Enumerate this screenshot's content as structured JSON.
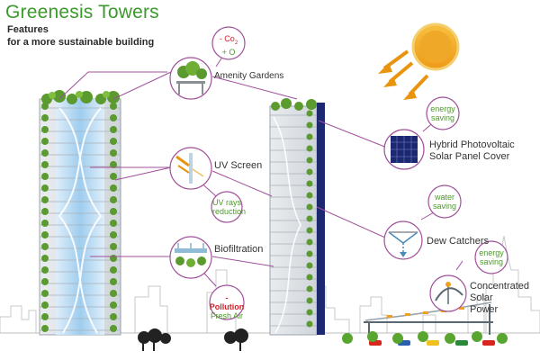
{
  "header": {
    "title": "Greenesis Towers",
    "subtitle_line1": "Features",
    "subtitle_line2": "for a more sustainable building"
  },
  "features": {
    "amenity": {
      "label": "Amenity Gardens",
      "bubble_line1": "- Co",
      "bubble_sub": "2",
      "bubble_line2": "+ O"
    },
    "uv": {
      "label": "UV Screen",
      "bubble_line1": "UV rays",
      "bubble_line2": "reduction"
    },
    "biofiltration": {
      "label": "Biofiltration",
      "bubble_line1": "-Pollution",
      "bubble_line2": "Fresh Air"
    },
    "pv": {
      "label_line1": "Hybrid Photovoltaic",
      "label_line2": "Solar Panel Cover",
      "bubble_line1": "energy",
      "bubble_line2": "saving"
    },
    "dew": {
      "label": "Dew Catchers",
      "bubble_line1": "water",
      "bubble_line2": "saving"
    },
    "csp": {
      "label_line1": "Concentrated",
      "label_line2": "Solar",
      "label_line3": "Power",
      "bubble_line1": "energy",
      "bubble_line2": "saving"
    }
  },
  "colors": {
    "accent_green": "#3b9a2c",
    "leader_purple": "#a0509a",
    "bubble_green": "#4c9a2a",
    "pollution_red": "#d6202a",
    "sun_orange": "#f0a020",
    "ray_orange": "#e8940f",
    "panel_blue": "#1c2870"
  }
}
